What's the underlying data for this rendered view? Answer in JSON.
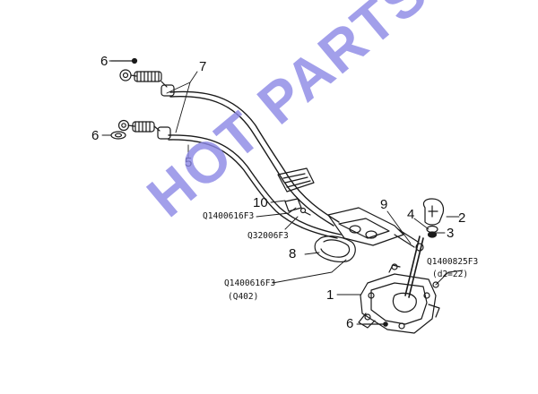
{
  "callouts": {
    "n1": "1",
    "n2": "2",
    "n3": "3",
    "n4": "4",
    "n5": "5",
    "n6_top": "6",
    "n6_mid": "6",
    "n6_bottom": "6",
    "n7": "7",
    "n8": "8",
    "n9": "9",
    "n10": "10"
  },
  "part_codes": {
    "left_top": "Q1400616F3",
    "left_mid": "Q32006F3",
    "left_bottom": "Q1400616F3",
    "left_bottom_note": "(Q402)",
    "right": "Q1400825F3",
    "right_note": "(d2=22)"
  },
  "watermark": {
    "text": "HOT PARTS",
    "color": "#8c88e6"
  },
  "colors": {
    "line": "#1a1a1a",
    "background": "#ffffff"
  }
}
